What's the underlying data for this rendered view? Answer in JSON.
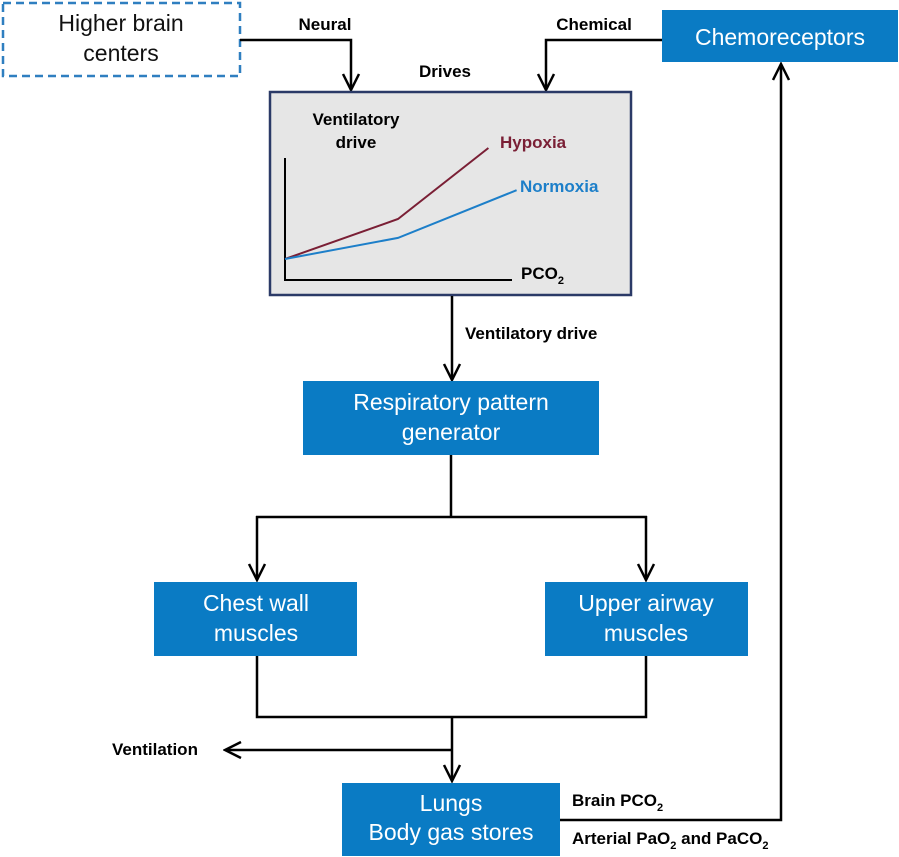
{
  "boxes": {
    "higher_brain": [
      "Higher brain",
      "centers"
    ],
    "chemoreceptors": [
      "Chemoreceptors"
    ],
    "rpg": [
      "Respiratory pattern",
      "generator"
    ],
    "chest_wall": [
      "Chest wall",
      "muscles"
    ],
    "upper_airway": [
      "Upper airway",
      "muscles"
    ],
    "lungs": [
      "Lungs",
      "Body gas stores"
    ]
  },
  "labels": {
    "neural": "Neural",
    "chemical": "Chemical",
    "drives": "Drives",
    "ventilatory_drive_arrow": "Ventilatory drive",
    "ventilation": "Ventilation",
    "brain_pco2": {
      "main": "Brain PCO",
      "sub": "2"
    },
    "arterial": {
      "part1": "Arterial PaO",
      "sub1": "2",
      "part2": " and PaCO",
      "sub2": "2"
    }
  },
  "inset": {
    "ylabel": [
      "Ventilatory",
      "drive"
    ],
    "xlabel": {
      "main": "PCO",
      "sub": "2"
    },
    "hypoxia": "Hypoxia",
    "normoxia": "Normoxia"
  },
  "colors": {
    "box_blue": "#0a7bc4",
    "box_text": "#ffffff",
    "dashed_border": "#2f7fc0",
    "inset_bg": "#e6e6e6",
    "inset_border": "#2b3a67",
    "hypoxia": "#7a1f35",
    "normoxia": "#1d7fc9",
    "line": "#000000"
  },
  "chart_data": {
    "type": "line",
    "xlabel": "PCO2",
    "ylabel": "Ventilatory drive",
    "title": "",
    "series": [
      {
        "name": "Hypoxia",
        "x": [
          0,
          1.0,
          1.8
        ],
        "y": [
          0,
          0.36,
          1.0
        ]
      },
      {
        "name": "Normoxia",
        "x": [
          0,
          1.0,
          2.05
        ],
        "y": [
          0,
          0.19,
          0.62
        ]
      }
    ]
  }
}
